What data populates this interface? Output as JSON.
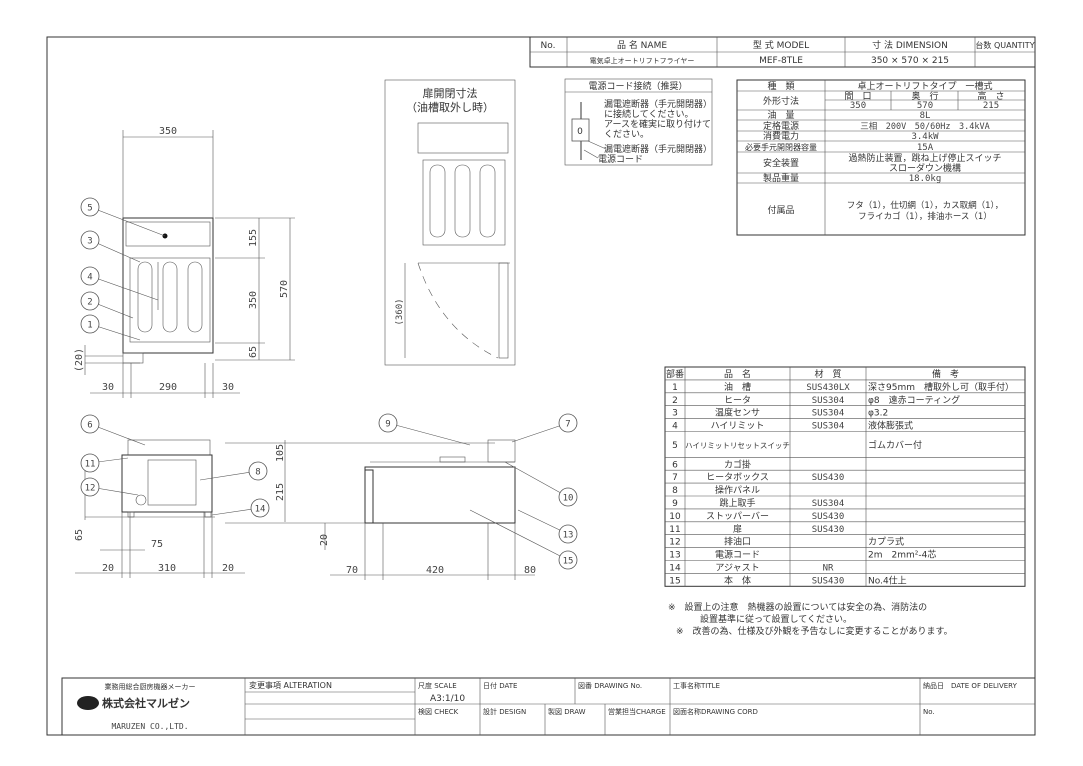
{
  "header": {
    "no_label": "No.",
    "name_label": "品 名 NAME",
    "model_label": "型 式 MODEL",
    "dimension_label": "寸 法 DIMENSION",
    "quantity_label": "台数 QUANTITY",
    "name_value": "電気卓上オートリフトフライヤー",
    "model_value": "MEF-8TLE",
    "dimension_value": "350 × 570 × 215"
  },
  "power_box": {
    "title": "電源コード接続（推奨）",
    "lines": [
      "漏電遮断器（手元開閉器）",
      "に接続してください。",
      "アースを確実に取り付けて",
      "ください。"
    ],
    "switch_label": "漏電遮断器（手元開閉器）",
    "cord_label": "電源コード",
    "symbol": "0"
  },
  "spec": {
    "type_label": "種　類",
    "type_value": "卓上オートリフトタイプ　一槽式",
    "outer_label": "外形寸法",
    "width_label": "間　口",
    "depth_label": "奥　行",
    "height_label": "高　さ",
    "width": "350",
    "depth": "570",
    "height": "215",
    "oil_label": "油　量",
    "oil_value": "8L",
    "power_label": "定格電源",
    "power_value": "三相　200V　50/60Hz　3.4kVA",
    "consumption_label": "消費電力",
    "consumption_value": "3.4kW",
    "breaker_label": "必要手元開閉器容量",
    "breaker_value": "15A",
    "safety_label": "安全装置",
    "safety_value_1": "過熱防止装置，跳ね上げ停止スイッチ",
    "safety_value_2": "スローダウン機構",
    "weight_label": "製品重量",
    "weight_value": "18.0kg",
    "accessory_label": "付属品",
    "accessory_value_1": "フタ（1），仕切網（1），カス取網（1），",
    "accessory_value_2": "フライカゴ（1），排油ホース（1）"
  },
  "parts": {
    "headers": [
      "部番",
      "品　名",
      "材　質",
      "備　考"
    ],
    "rows": [
      [
        "1",
        "油　槽",
        "SUS430LX",
        "深さ95mm　槽取外し可（取手付）"
      ],
      [
        "2",
        "ヒータ",
        "SUS304",
        "φ8　遠赤コーティング"
      ],
      [
        "3",
        "温度センサ",
        "SUS304",
        "φ3.2"
      ],
      [
        "4",
        "ハイリミット",
        "SUS304",
        "液体膨張式"
      ],
      [
        "5",
        "ハイリミットリセットスイッチ",
        "",
        "ゴムカバー付"
      ],
      [
        "6",
        "カゴ掛",
        "",
        ""
      ],
      [
        "7",
        "ヒータボックス",
        "SUS430",
        ""
      ],
      [
        "8",
        "操作パネル",
        "",
        ""
      ],
      [
        "9",
        "跳上取手",
        "SUS304",
        ""
      ],
      [
        "10",
        "ストッパーバー",
        "SUS430",
        ""
      ],
      [
        "11",
        "扉",
        "SUS430",
        ""
      ],
      [
        "12",
        "排油口",
        "",
        "カプラ式"
      ],
      [
        "13",
        "電源コード",
        "",
        "2m　2mm²-4芯"
      ],
      [
        "14",
        "アジャスト",
        "NR",
        ""
      ],
      [
        "15",
        "本　体",
        "SUS430",
        "No.4仕上"
      ]
    ]
  },
  "notes": [
    "※　設置上の注意　熱機器の設置については安全の為、消防法の",
    "設置基準に従って設置してください。",
    "※　改善の為、仕様及び外観を予告なしに変更することがあります。"
  ],
  "drawing": {
    "door_title_1": "扉開閉寸法",
    "door_title_2": "（油槽取外し時）",
    "door_dim": "(360)",
    "front_dims": {
      "width": "350",
      "d155": "155",
      "d350": "350",
      "d65": "65",
      "d570": "570",
      "d20": "(20)",
      "b30a": "30",
      "b290": "290",
      "b30b": "30"
    },
    "rear_dims": {
      "d105": "105",
      "d215": "215",
      "d65": "65",
      "d75": "75",
      "b20a": "20",
      "b310": "310",
      "b20b": "20"
    },
    "side_dims": {
      "d20": "20",
      "b70": "70",
      "b420": "420",
      "b80": "80"
    },
    "callouts": [
      "1",
      "2",
      "3",
      "4",
      "5",
      "6",
      "7",
      "8",
      "9",
      "10",
      "11",
      "12",
      "13",
      "14",
      "15"
    ]
  },
  "title_block": {
    "maker_caption": "業務用総合厨房機器メーカー",
    "company_jp": "株式会社マルゼン",
    "company_en": "MARUZEN CO.,LTD.",
    "alteration": "変更事項 ALTERATION",
    "scale_label": "尺度 SCALE",
    "scale_value": "A3:1/10",
    "date": "日付 DATE",
    "drawing_no": "図番 DRAWING No.",
    "title": "工事名称TITLE",
    "delivery": "納品日　DATE OF DELIVERY",
    "check": "検図 CHECK",
    "design": "設計 DESIGN",
    "draw": "製図 DRAW",
    "charge": "営業担当CHARGE",
    "drawing_cord": "図面名称DRAWING CORD",
    "no": "No."
  }
}
